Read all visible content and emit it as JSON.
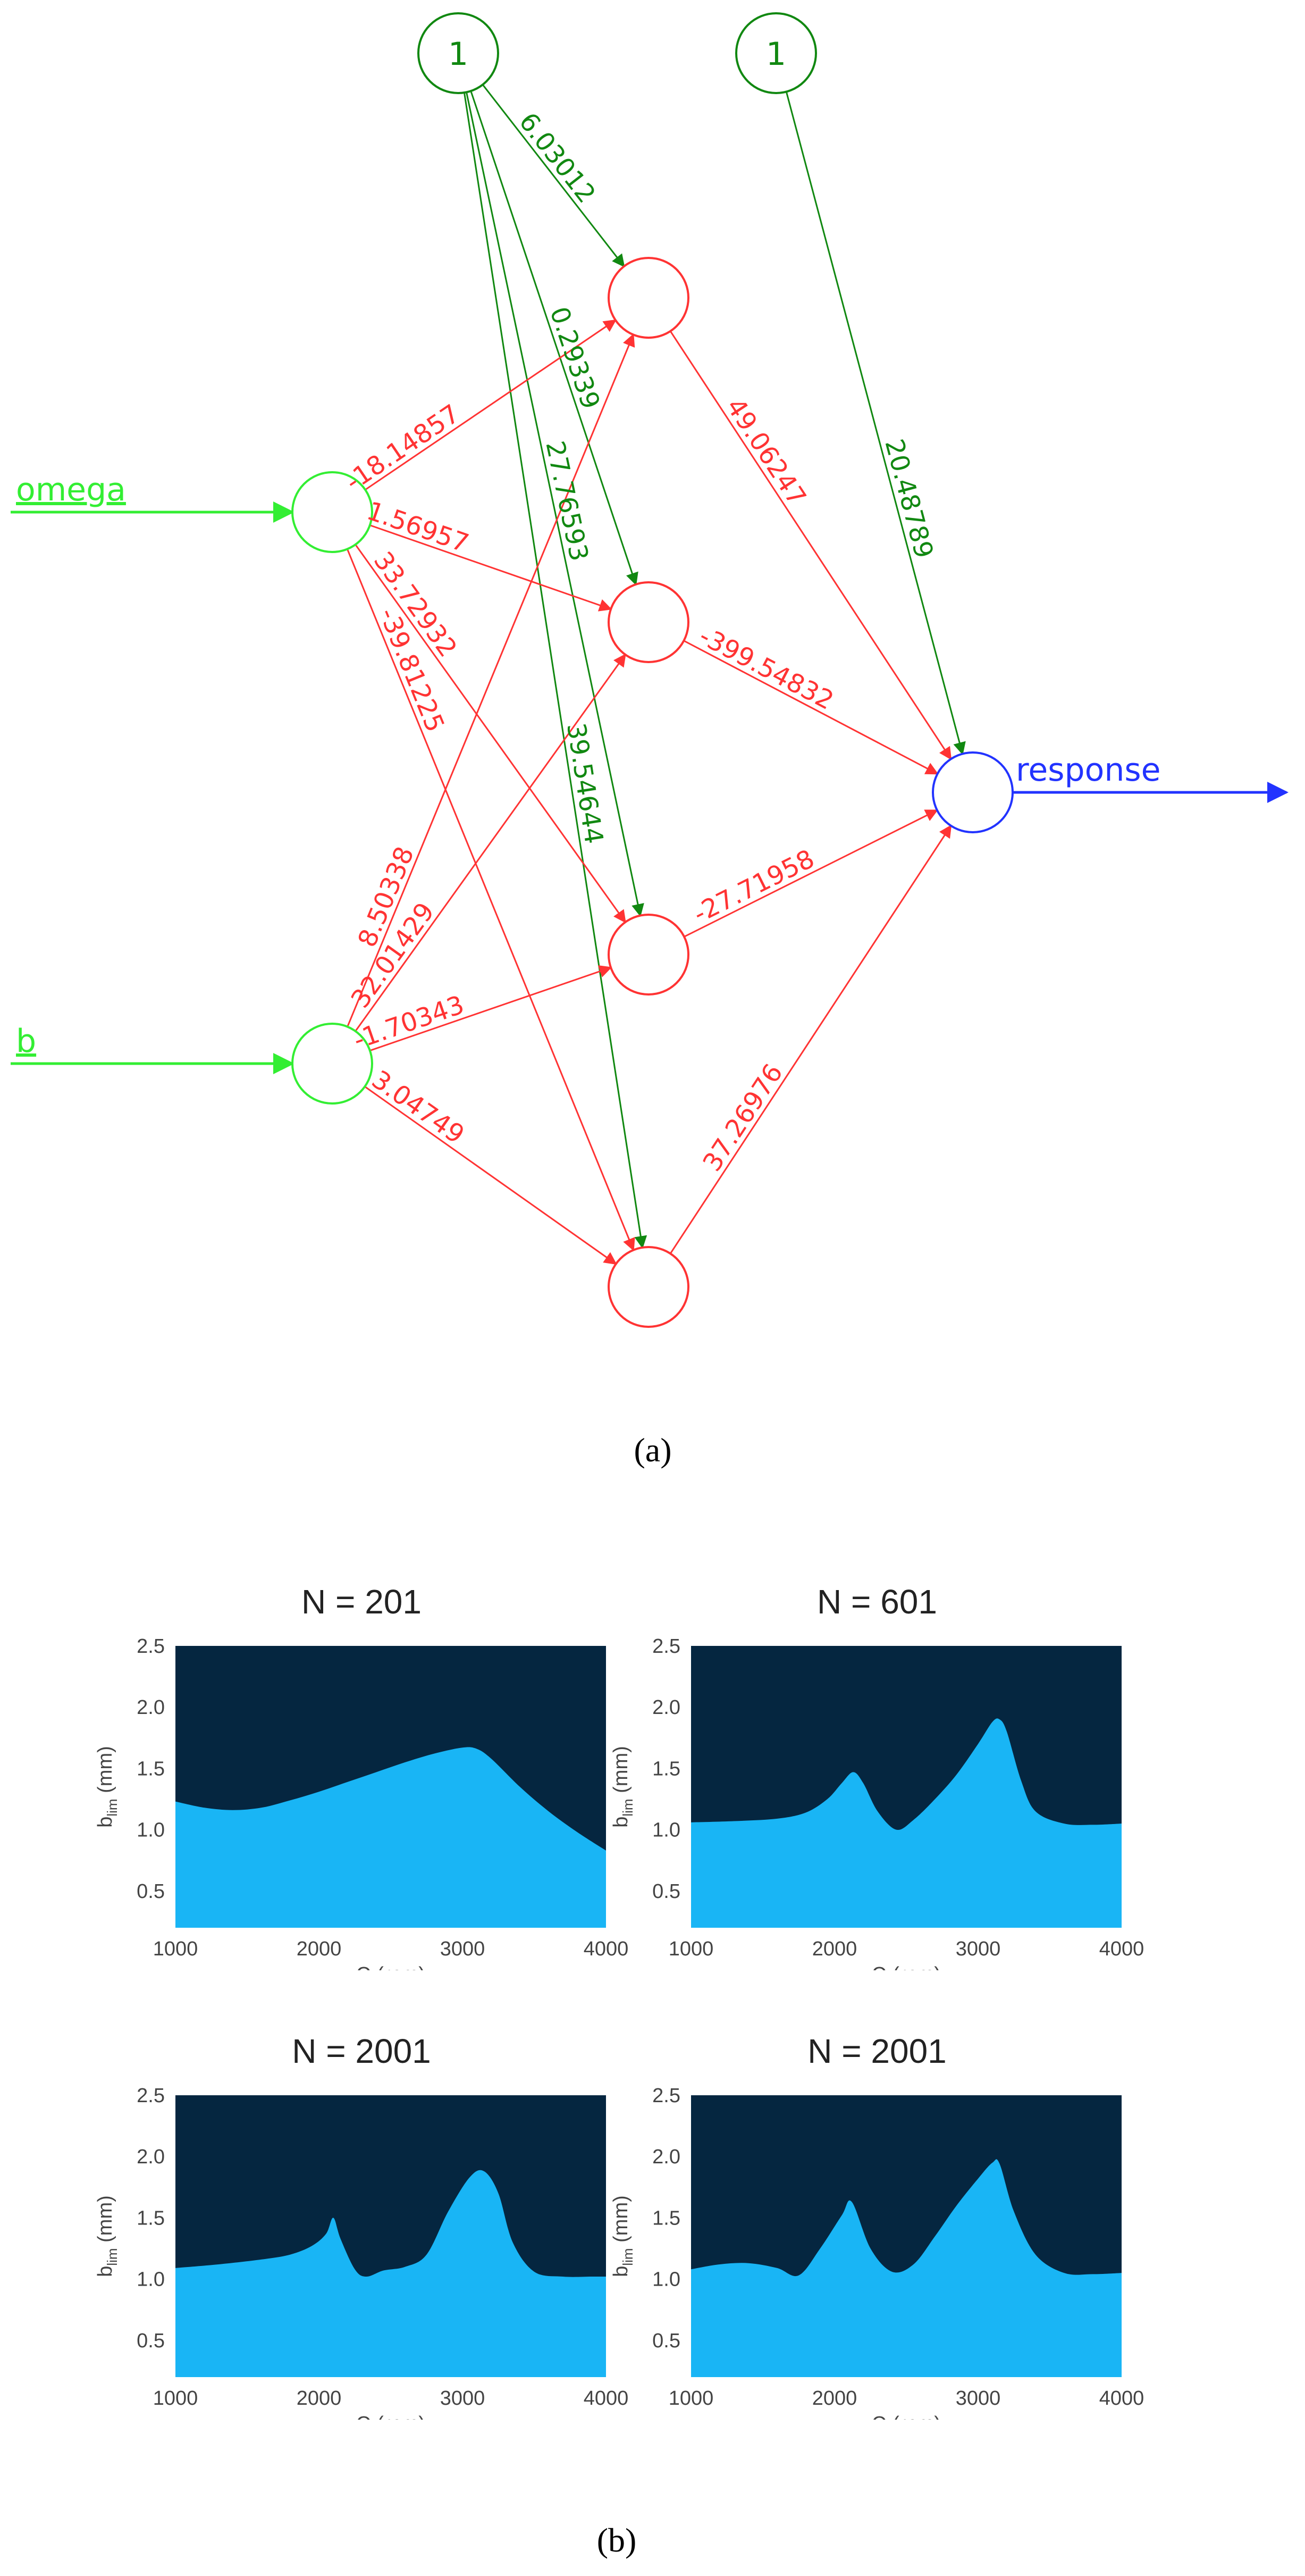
{
  "network": {
    "inputs": [
      "omega",
      "b"
    ],
    "output": "response",
    "bias_label": "1",
    "bias_to_hidden_weights": [
      "6.03012",
      "0.29339",
      "27.76593",
      "39.54644"
    ],
    "bias_to_output_weight": "20.48789",
    "omega_to_hidden_weights": [
      "-18.14857",
      "1.56957",
      "33.72932",
      "-39.81225"
    ],
    "b_to_hidden_weights": [
      "8.50338",
      "32.01429",
      "-1.70343",
      "3.04749"
    ],
    "hidden_to_output_weights": [
      "49.06247",
      "-399.54832",
      "-27.71958",
      "37.26976"
    ],
    "colors": {
      "input": "#33ee33",
      "hidden": "#ff3333",
      "output": "#2233ff",
      "bias": "#118811"
    }
  },
  "captions": {
    "a": "(a)",
    "b": "(b)"
  },
  "chart_data": [
    {
      "type": "area",
      "title": "N = 201",
      "xlabel": "Ω (rpm)",
      "ylabel": "b_lim (mm)",
      "xlim": [
        1000,
        4000
      ],
      "ylim": [
        0.2,
        2.5
      ],
      "xticks": [
        "1000",
        "2000",
        "3000",
        "4000"
      ],
      "yticks": [
        "0.5",
        "1.0",
        "1.5",
        "2.0",
        "2.5"
      ],
      "x": [
        1000,
        1200,
        1400,
        1600,
        1800,
        2000,
        2200,
        2400,
        2600,
        2800,
        3000,
        3100,
        3200,
        3400,
        3600,
        3800,
        4000
      ],
      "y": [
        1.23,
        1.18,
        1.16,
        1.18,
        1.24,
        1.31,
        1.39,
        1.47,
        1.55,
        1.62,
        1.67,
        1.66,
        1.58,
        1.35,
        1.15,
        0.98,
        0.83
      ]
    },
    {
      "type": "area",
      "title": "N = 601",
      "xlabel": "Ω (rpm)",
      "ylabel": "b_lim (mm)",
      "xlim": [
        1000,
        4000
      ],
      "ylim": [
        0.2,
        2.5
      ],
      "xticks": [
        "1000",
        "2000",
        "3000",
        "4000"
      ],
      "yticks": [
        "0.5",
        "1.0",
        "1.5",
        "2.0",
        "2.5"
      ],
      "x": [
        1000,
        1300,
        1600,
        1800,
        1950,
        2050,
        2130,
        2200,
        2300,
        2430,
        2550,
        2700,
        2850,
        3000,
        3100,
        3150,
        3200,
        3300,
        3400,
        3600,
        3800,
        4000
      ],
      "y": [
        1.06,
        1.07,
        1.09,
        1.14,
        1.25,
        1.38,
        1.47,
        1.38,
        1.15,
        1.0,
        1.08,
        1.25,
        1.45,
        1.7,
        1.88,
        1.9,
        1.8,
        1.4,
        1.15,
        1.05,
        1.04,
        1.05
      ]
    },
    {
      "type": "area",
      "title": "N = 2001",
      "xlabel": "Ω (rpm)",
      "ylabel": "b_lim (mm)",
      "xlim": [
        1000,
        4000
      ],
      "ylim": [
        0.2,
        2.5
      ],
      "xticks": [
        "1000",
        "2000",
        "3000",
        "4000"
      ],
      "yticks": [
        "0.5",
        "1.0",
        "1.5",
        "2.0",
        "2.5"
      ],
      "x": [
        1000,
        1300,
        1600,
        1800,
        1950,
        2050,
        2100,
        2150,
        2250,
        2330,
        2450,
        2600,
        2750,
        2900,
        3050,
        3150,
        3250,
        3350,
        3500,
        3700,
        3900,
        4000
      ],
      "y": [
        1.09,
        1.12,
        1.16,
        1.2,
        1.27,
        1.37,
        1.5,
        1.33,
        1.08,
        1.02,
        1.07,
        1.1,
        1.2,
        1.55,
        1.83,
        1.88,
        1.7,
        1.3,
        1.06,
        1.02,
        1.02,
        1.02
      ]
    },
    {
      "type": "area",
      "title": "N = 2001",
      "xlabel": "Ω (rpm)",
      "ylabel": "b_lim (mm)",
      "xlim": [
        1000,
        4000
      ],
      "ylim": [
        0.2,
        2.5
      ],
      "xticks": [
        "1000",
        "2000",
        "3000",
        "4000"
      ],
      "yticks": [
        "0.5",
        "1.0",
        "1.5",
        "2.0",
        "2.5"
      ],
      "x": [
        1000,
        1200,
        1400,
        1600,
        1750,
        1900,
        2050,
        2120,
        2250,
        2400,
        2550,
        2700,
        2850,
        3000,
        3100,
        3150,
        3250,
        3400,
        3600,
        3800,
        4000
      ],
      "y": [
        1.08,
        1.12,
        1.13,
        1.09,
        1.03,
        1.25,
        1.52,
        1.63,
        1.25,
        1.06,
        1.12,
        1.35,
        1.6,
        1.82,
        1.95,
        1.94,
        1.55,
        1.2,
        1.05,
        1.04,
        1.05
      ]
    }
  ]
}
